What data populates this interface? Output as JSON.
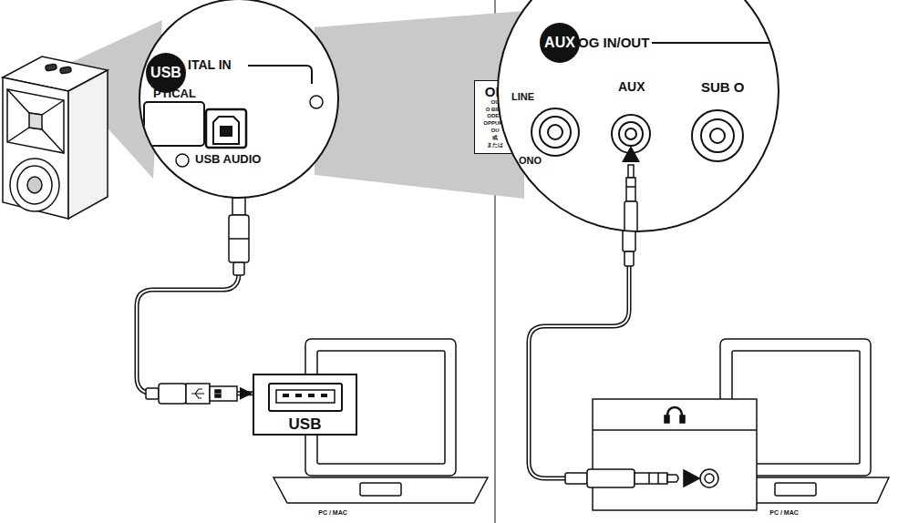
{
  "diagram": {
    "nodes": [
      {
        "text": [
          "ITAL IN",
          "PTICAL",
          "USB AUDIO"
        ]
      },
      {
        "text": [
          "USB"
        ],
        "in": 0
      },
      {
        "text": [
          "OR",
          "OU",
          "O BIEN",
          "ODER",
          "OPPURE",
          "OU",
          "或",
          "または"
        ]
      },
      {
        "text": [
          "OG IN/OUT",
          "LINE",
          "AUX",
          "SUB O",
          "ONO"
        ]
      },
      {
        "text": [
          "AUX"
        ],
        "in": 3
      },
      {
        "text": [
          "USB"
        ]
      }
    ],
    "edges": [
      {
        "from": 0,
        "to": 5,
        "arrow": "to"
      }
    ],
    "labels": [
      "PC / MAC",
      "PC / MAC"
    ]
  }
}
